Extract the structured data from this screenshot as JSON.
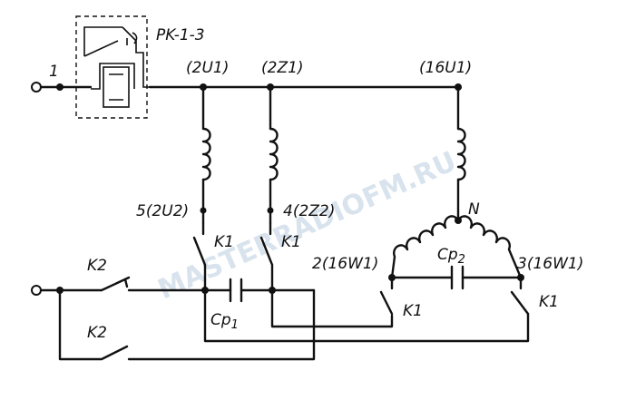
{
  "labels": {
    "relay": "PK-1-3",
    "terminal_1": "1",
    "node_2u1": "(2U1)",
    "node_2z1": "(2Z1)",
    "node_16u1": "(16U1)",
    "node_5": "5(2U2)",
    "node_4": "4(2Z2)",
    "node_n": "N",
    "node_2": "2(16W1)",
    "node_3": "3(16W1)",
    "k1_a": "K1",
    "k1_b": "K1",
    "k1_c": "K1",
    "k1_d": "K1",
    "k2_a": "K2",
    "k2_b": "K2",
    "cp1_main": "Cp",
    "cp1_sub": "1",
    "cp2_main": "Cp",
    "cp2_sub": "2",
    "watermark": "MASTERRADIOFM.RU"
  }
}
